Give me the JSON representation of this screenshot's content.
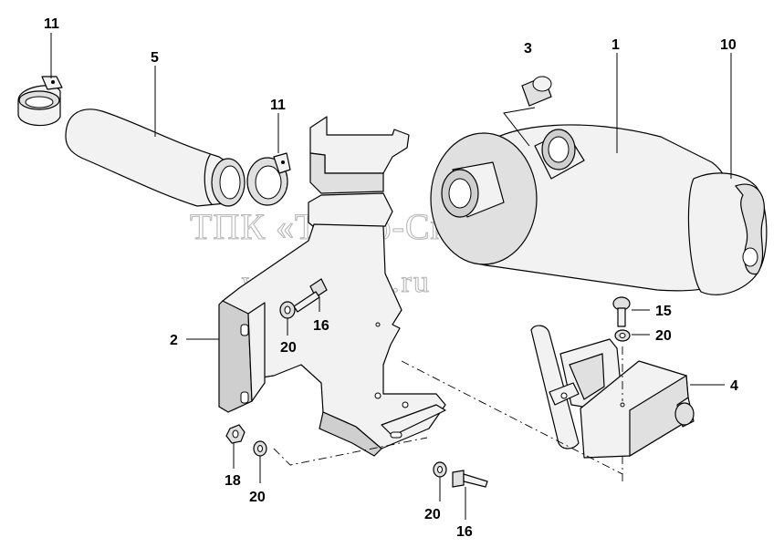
{
  "callouts": {
    "c11a": "11",
    "c5": "5",
    "c11b": "11",
    "c3": "3",
    "c1": "1",
    "c10": "10",
    "c2": "2",
    "c16a": "16",
    "c20a": "20",
    "c15": "15",
    "c20b": "20",
    "c4": "4",
    "c18": "18",
    "c20c": "20",
    "c20d": "20",
    "c16b": "16"
  },
  "watermark": {
    "line1": "ТПК «Техно-Сиб»",
    "line2": "www.tpkts.ru"
  },
  "colors": {
    "line": "#000000",
    "fill": "#f2f2f2",
    "watermark": "#b8b8b8"
  }
}
